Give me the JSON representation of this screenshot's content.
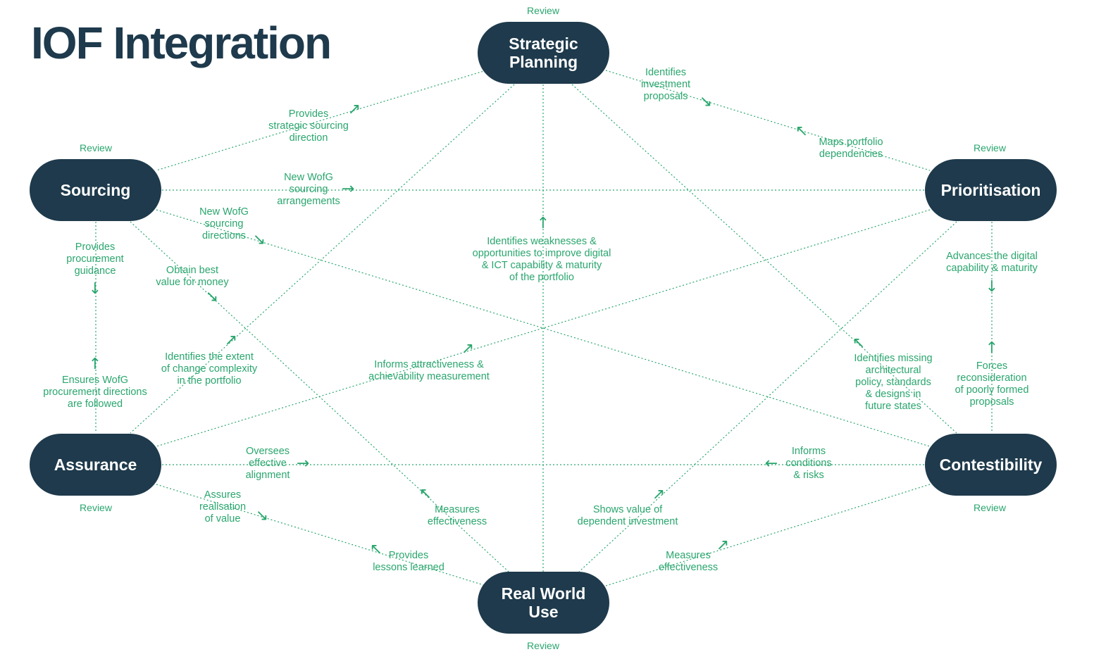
{
  "title": "IOF Integration",
  "colors": {
    "node_fill": "#1e3a4c",
    "accent_green": "#2aa66e"
  },
  "nodes": {
    "strategic": {
      "label": "Strategic\nPlanning",
      "review": "Review"
    },
    "sourcing": {
      "label": "Sourcing",
      "review": "Review"
    },
    "prioritisation": {
      "label": "Prioritisation",
      "review": "Review"
    },
    "assurance": {
      "label": "Assurance",
      "review": "Review"
    },
    "contestibility": {
      "label": "Contestibility",
      "review": "Review"
    },
    "realworld": {
      "label": "Real World\nUse",
      "review": "Review"
    }
  },
  "labels": {
    "sp_provides_strategic": "Provides\nstrategic sourcing\ndirection",
    "sp_identifies_investment": "Identifies\ninvestment\nproposals",
    "maps_portfolio": "Maps portfolio\ndependencies",
    "new_wofg_arrangements": "New WofG\nsourcing\narrangements",
    "new_wofg_directions": "New WofG\nsourcing\ndirections",
    "provides_procurement": "Provides\nprocurement\nguidance",
    "obtain_best_value": "Obtain best\nvalue for money",
    "identifies_weaknesses": "Identifies weaknesses &\nopportunities to improve digital\n& ICT capability & maturity\nof the portfolio",
    "advances_digital": "Advances the digital\ncapability & maturity",
    "identifies_extent": "Identifies the extent\nof change complexity\nin the portfolio",
    "ensures_wofg": "Ensures WofG\nprocurement directions\nare followed",
    "informs_attractiveness": "Informs attractiveness &\nachievability measurement",
    "identifies_missing": "Identifies missing\narchitectural\npolicy, standards\n& designs in\nfuture states",
    "forces_reconsideration": "Forces\nreconsideration\nof poorly formed\nproposals",
    "oversees_alignment": "Oversees\neffective\nalignment",
    "informs_conditions": "Informs\nconditions\n& risks",
    "assures_realisation": "Assures\nrealisation\nof value",
    "measures_effectiveness_left": "Measures\neffectiveness",
    "shows_value": "Shows value of\ndependent investment",
    "provides_lessons": "Provides\nlessons learned",
    "measures_effectiveness_right": "Measures\neffectiveness"
  }
}
